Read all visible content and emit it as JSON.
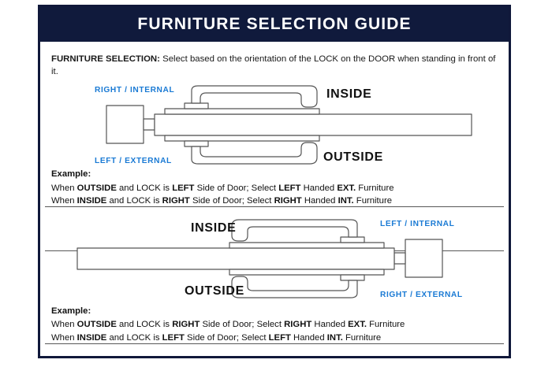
{
  "header": {
    "title": "FURNITURE SELECTION GUIDE",
    "bg_color": "#101a3c",
    "text_color": "#ffffff"
  },
  "colors": {
    "frame": "#10183a",
    "accent_blue": "#1a7ad4",
    "body_text": "#111111",
    "line": "#555555"
  },
  "intro": {
    "label": "FURNITURE SELECTION:",
    "text": " Select based on the orientation of the LOCK on the DOOR when standing in front of it."
  },
  "sections": [
    {
      "id": "section-one",
      "diagram": {
        "id": "diagram-lock-left",
        "lock_side": "left",
        "labels": {
          "top_blue": "RIGHT / INTERNAL",
          "bottom_blue": "LEFT / EXTERNAL",
          "top_dark": "INSIDE",
          "bottom_dark": "OUTSIDE"
        }
      },
      "example": {
        "heading": "Example:",
        "lines": [
          {
            "p1": "When ",
            "b1": "OUTSIDE",
            "p2": " and LOCK is ",
            "b2": "LEFT",
            "p3": " Side of Door;   Select ",
            "b3": "LEFT",
            "p4": " Handed ",
            "b4": "EXT.",
            "p5": " Furniture"
          },
          {
            "p1": "When ",
            "b1": "INSIDE",
            "p2": " and LOCK is ",
            "b2": "RIGHT",
            "p3": " Side of Door;  Select ",
            "b3": "RIGHT",
            "p4": " Handed ",
            "b4": "INT.",
            "p5": " Furniture"
          }
        ]
      }
    },
    {
      "id": "section-two",
      "diagram": {
        "id": "diagram-lock-right",
        "lock_side": "right",
        "labels": {
          "top_blue": "LEFT / INTERNAL",
          "bottom_blue": "RIGHT / EXTERNAL",
          "top_dark": "INSIDE",
          "bottom_dark": "OUTSIDE"
        }
      },
      "example": {
        "heading": "Example:",
        "lines": [
          {
            "p1": "When ",
            "b1": "OUTSIDE",
            "p2": " and LOCK is ",
            "b2": "RIGHT",
            "p3": " Side of Door;   Select ",
            "b3": "RIGHT",
            "p4": " Handed ",
            "b4": "EXT.",
            "p5": " Furniture"
          },
          {
            "p1": "When ",
            "b1": "INSIDE",
            "p2": " and LOCK is ",
            "b2": "LEFT",
            "p3": " Side of Door;  Select ",
            "b3": "LEFT",
            "p4": " Handed ",
            "b4": "INT.",
            "p5": " Furniture"
          }
        ]
      }
    }
  ]
}
